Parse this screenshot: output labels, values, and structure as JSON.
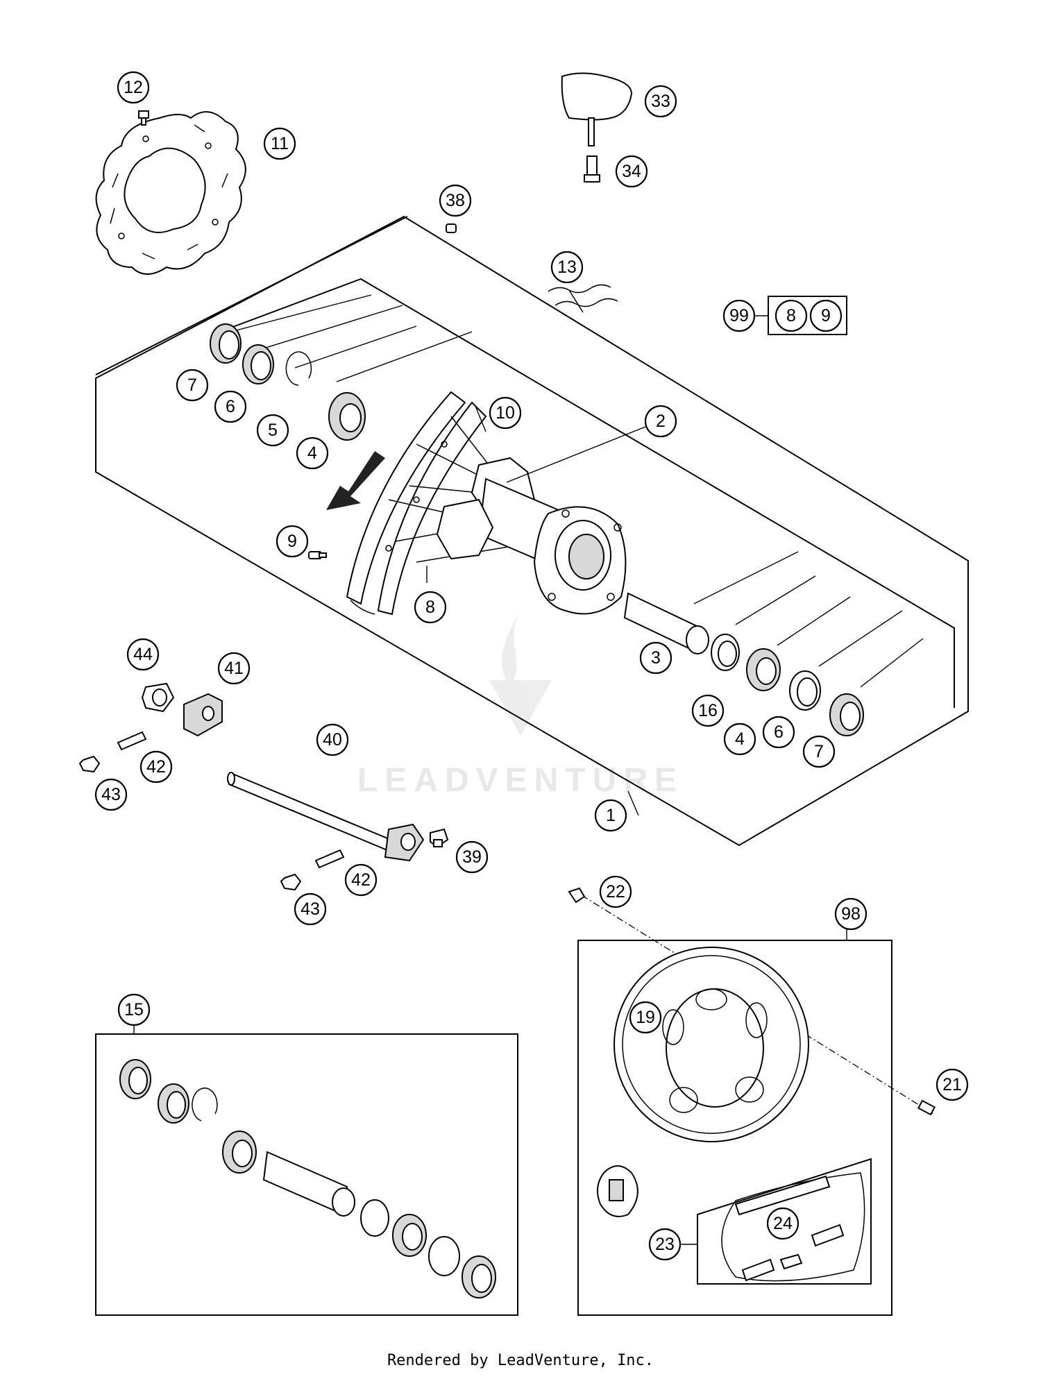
{
  "callouts": {
    "c1": "1",
    "c2": "2",
    "c3": "3",
    "c4a": "4",
    "c4b": "4",
    "c5": "5",
    "c6a": "6",
    "c6b": "6",
    "c7a": "7",
    "c7b": "7",
    "c8": "8",
    "c9": "9",
    "c10": "10",
    "c11": "11",
    "c12": "12",
    "c13": "13",
    "c15": "15",
    "c16": "16",
    "c19": "19",
    "c21": "21",
    "c22": "22",
    "c23": "23",
    "c24": "24",
    "c33": "33",
    "c34": "34",
    "c38": "38",
    "c39": "39",
    "c40": "40",
    "c41": "41",
    "c42a": "42",
    "c42b": "42",
    "c43a": "43",
    "c43b": "43",
    "c44": "44",
    "c98": "98",
    "c99": "99",
    "c99_8": "8",
    "c99_9": "9"
  },
  "watermark": "LEADVENTURE",
  "credit": "Rendered by LeadVenture, Inc.",
  "colors": {
    "line": "#000000",
    "watermark": "#e6e6e6",
    "background": "#ffffff"
  }
}
